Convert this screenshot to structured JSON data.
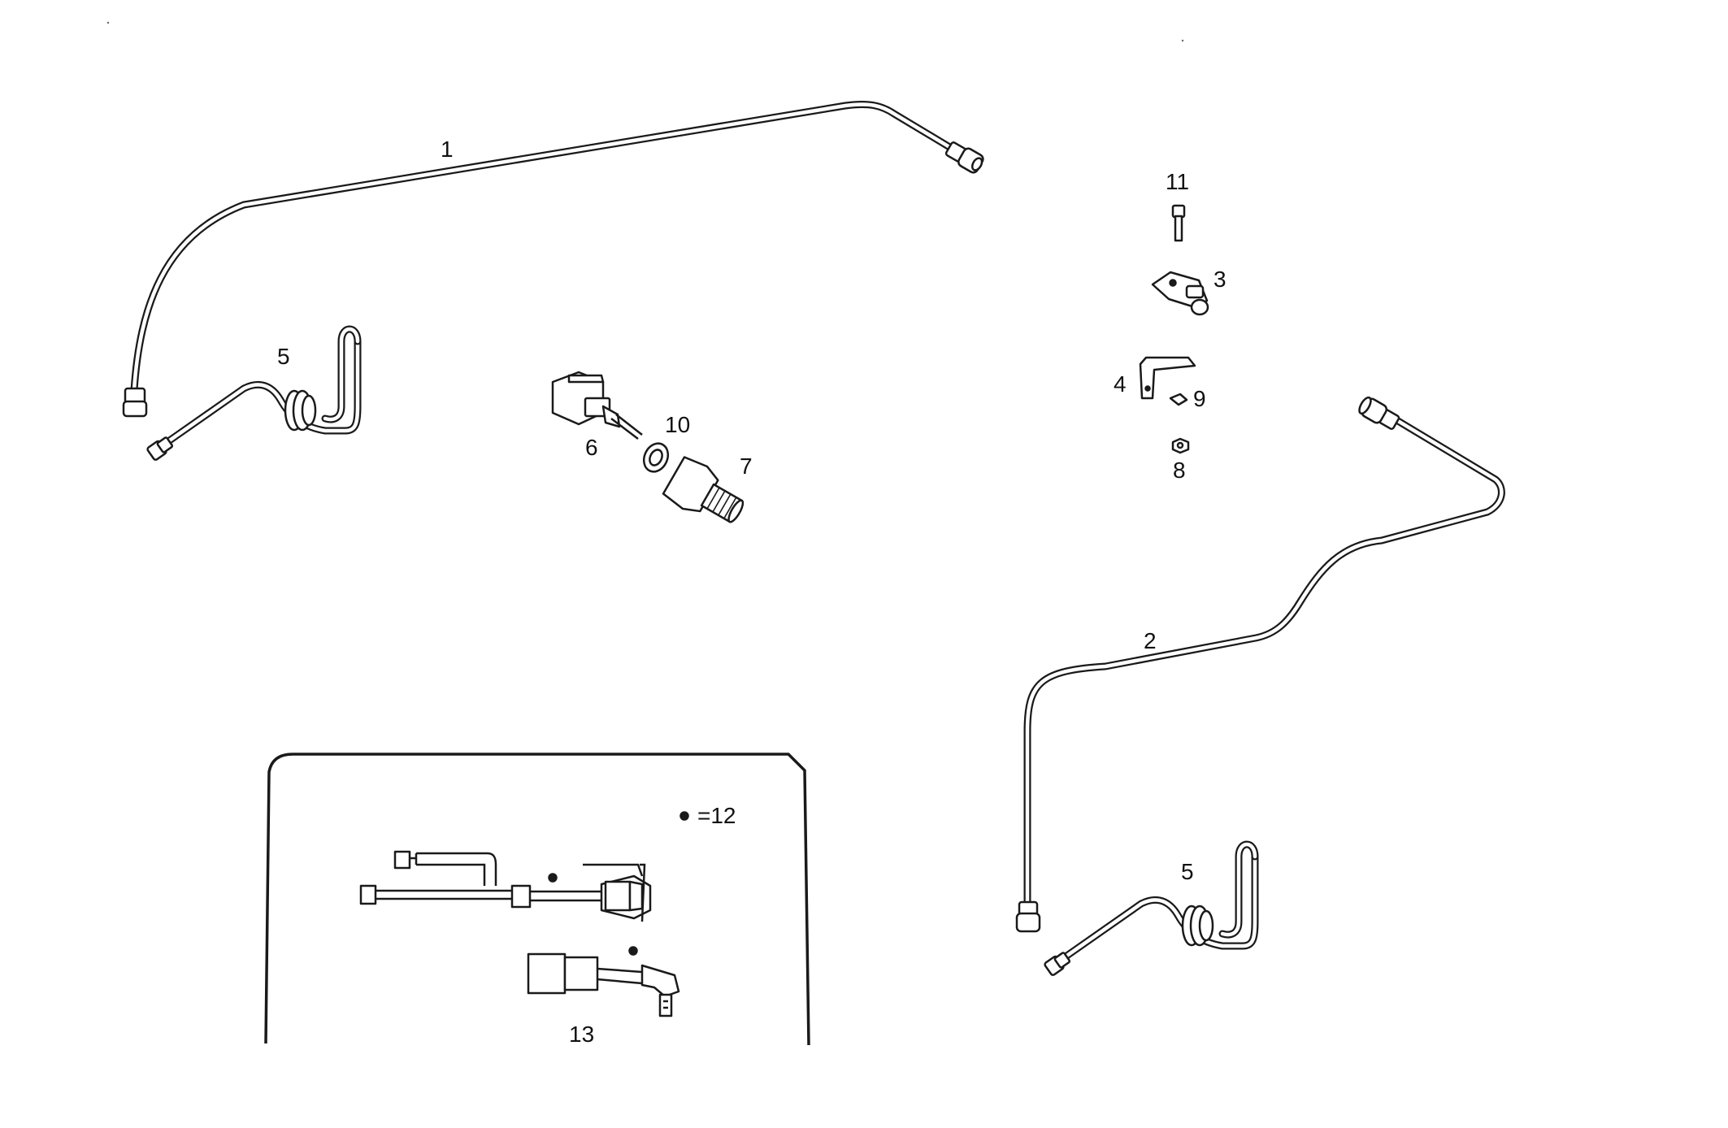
{
  "callouts": {
    "c1": "1",
    "c2": "2",
    "c3": "3",
    "c4": "4",
    "c5a": "5",
    "c5b": "5",
    "c6": "6",
    "c7": "7",
    "c8": "8",
    "c9": "9",
    "c10": "10",
    "c11": "11",
    "c13": "13"
  },
  "inset": {
    "legend_text": "=12"
  },
  "parts": [
    {
      "id": "pipe-1",
      "label": "1"
    },
    {
      "id": "pipe-2",
      "label": "2"
    },
    {
      "id": "fitting-3",
      "label": "3"
    },
    {
      "id": "bracket-4",
      "label": "4"
    },
    {
      "id": "hose-5",
      "label": "5"
    },
    {
      "id": "sensor-6",
      "label": "6"
    },
    {
      "id": "adapter-7",
      "label": "7"
    },
    {
      "id": "nut-8",
      "label": "8"
    },
    {
      "id": "washer-9",
      "label": "9"
    },
    {
      "id": "seal-10",
      "label": "10"
    },
    {
      "id": "bolt-11",
      "label": "11"
    },
    {
      "id": "harness-13",
      "label": "13"
    }
  ]
}
